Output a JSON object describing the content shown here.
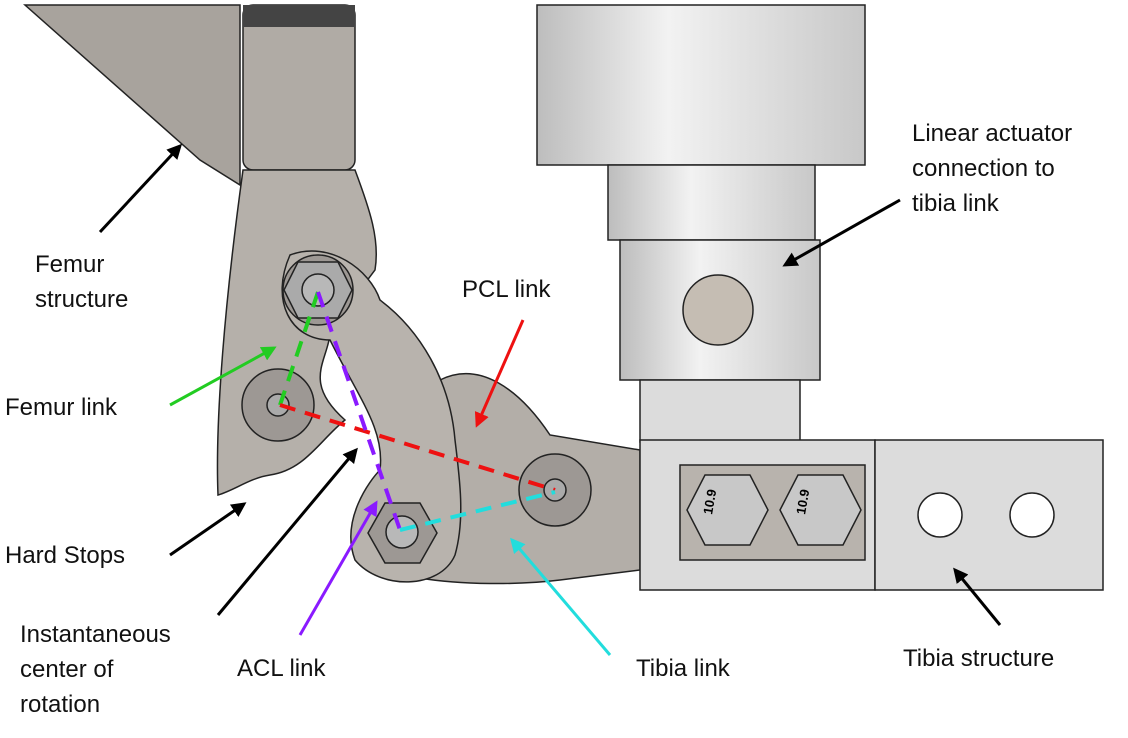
{
  "labels": {
    "femur_structure": "Femur\nstructure",
    "linear_actuator": "Linear actuator\nconnection to\ntibia link",
    "pcl_link": "PCL link",
    "femur_link": "Femur link",
    "hard_stops": "Hard Stops",
    "instantaneous_center": "Instantaneous\ncenter of\nrotation",
    "acl_link": "ACL link",
    "tibia_link": "Tibia link",
    "tibia_structure": "Tibia structure",
    "bolt_grade_1": "10.9",
    "bolt_grade_2": "10.9"
  },
  "colors": {
    "femur_link": "#22cc22",
    "pcl_link": "#ee1111",
    "acl_link": "#8a1aff",
    "tibia_link": "#22dddd",
    "annotation_arrow": "#000000",
    "metal": "#b3aea8",
    "tibia_block": "#dcdcdc"
  }
}
